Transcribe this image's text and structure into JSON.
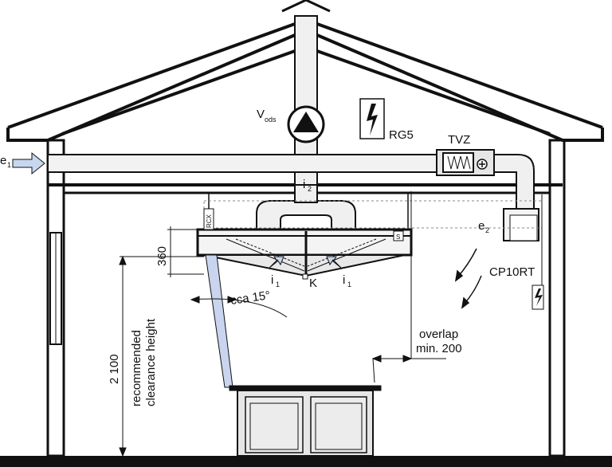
{
  "labels": {
    "exhaust_fan_main": "V",
    "exhaust_fan_sub": "ods",
    "control_box": "RG5",
    "supply_unit": "TVZ",
    "inlet_main": "e",
    "inlet_sub": "1",
    "supply_duct_main": "i",
    "supply_duct_sub": "2",
    "room_air_main": "e",
    "room_air_sub": "2",
    "controller": "CP10RT",
    "hood_height": "360",
    "nozzle_left_main": "i",
    "nozzle_left_sub": "1",
    "nozzle_right_main": "i",
    "nozzle_right_sub": "1",
    "hood_point": "K",
    "angle": "cca 15°",
    "clearance_value": "2 100",
    "clearance_line1": "recommended",
    "clearance_line2": "clearance height",
    "overlap_line1": "overlap",
    "overlap_line2": "min. 200",
    "tag_left": "RCX",
    "tag_right": "S"
  },
  "icons": [
    "fan-icon",
    "lightning-icon",
    "heater-icon",
    "arrow-icon"
  ],
  "colors": {
    "line": "#111111",
    "duct_fill": "#e6e6e6",
    "hood_fill": "#dcdcdc",
    "light_beam": "#c9d4ee",
    "arrow_fill": "#c8d6ee"
  }
}
